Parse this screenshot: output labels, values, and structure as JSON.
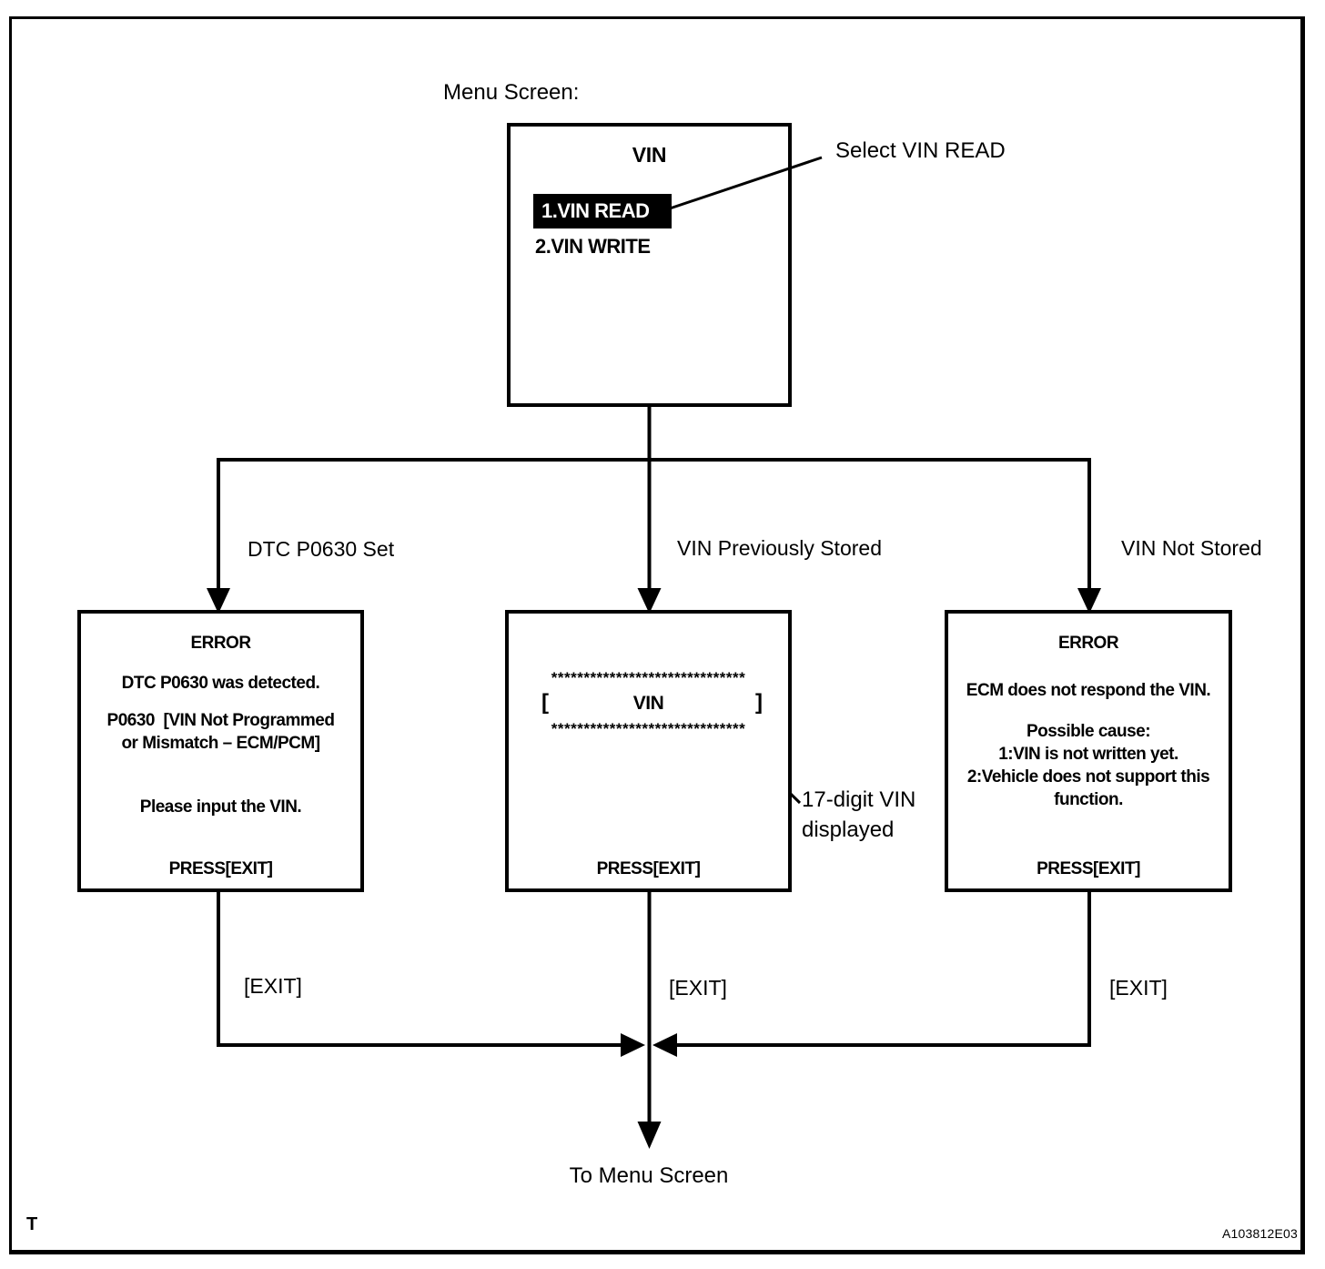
{
  "menu": {
    "caption": "Menu Screen:",
    "title": "VIN",
    "items": [
      {
        "label": "1.VIN READ",
        "selected": true
      },
      {
        "label": "2.VIN WRITE",
        "selected": false
      }
    ],
    "annotation": "Select VIN READ"
  },
  "branches": {
    "left_label": "DTC P0630 Set",
    "center_label": "VIN Previously Stored",
    "right_label": "VIN Not Stored"
  },
  "screens": {
    "dtc_error": {
      "title": "ERROR",
      "line1": "DTC P0630 was detected.",
      "line2": "P0630  [VIN Not Programmed",
      "line3": "or Mismatch – ECM/PCM]",
      "line4": "Please input the VIN.",
      "press": "PRESS[EXIT]"
    },
    "vin_display": {
      "stars_top": "******************************",
      "bracket_open": "[",
      "vin_label": "VIN",
      "bracket_close": "]",
      "stars_bottom": "******************************",
      "press": "PRESS[EXIT]",
      "annotation_line1": "17-digit VIN",
      "annotation_line2": "displayed"
    },
    "ecm_error": {
      "title": "ERROR",
      "line1": "ECM does not respond the VIN.",
      "line2": "Possible cause:",
      "line3": "1:VIN is not written yet.",
      "line4": "2:Vehicle does not support this",
      "line5": "function.",
      "press": "PRESS[EXIT]"
    }
  },
  "exits": {
    "left": "[EXIT]",
    "center": "[EXIT]",
    "right": "[EXIT]"
  },
  "footer": {
    "to_menu": "To Menu Screen",
    "page_letter": "T",
    "figure_code": "A103812E03"
  },
  "colors": {
    "ink": "#000000",
    "paper": "#ffffff"
  }
}
